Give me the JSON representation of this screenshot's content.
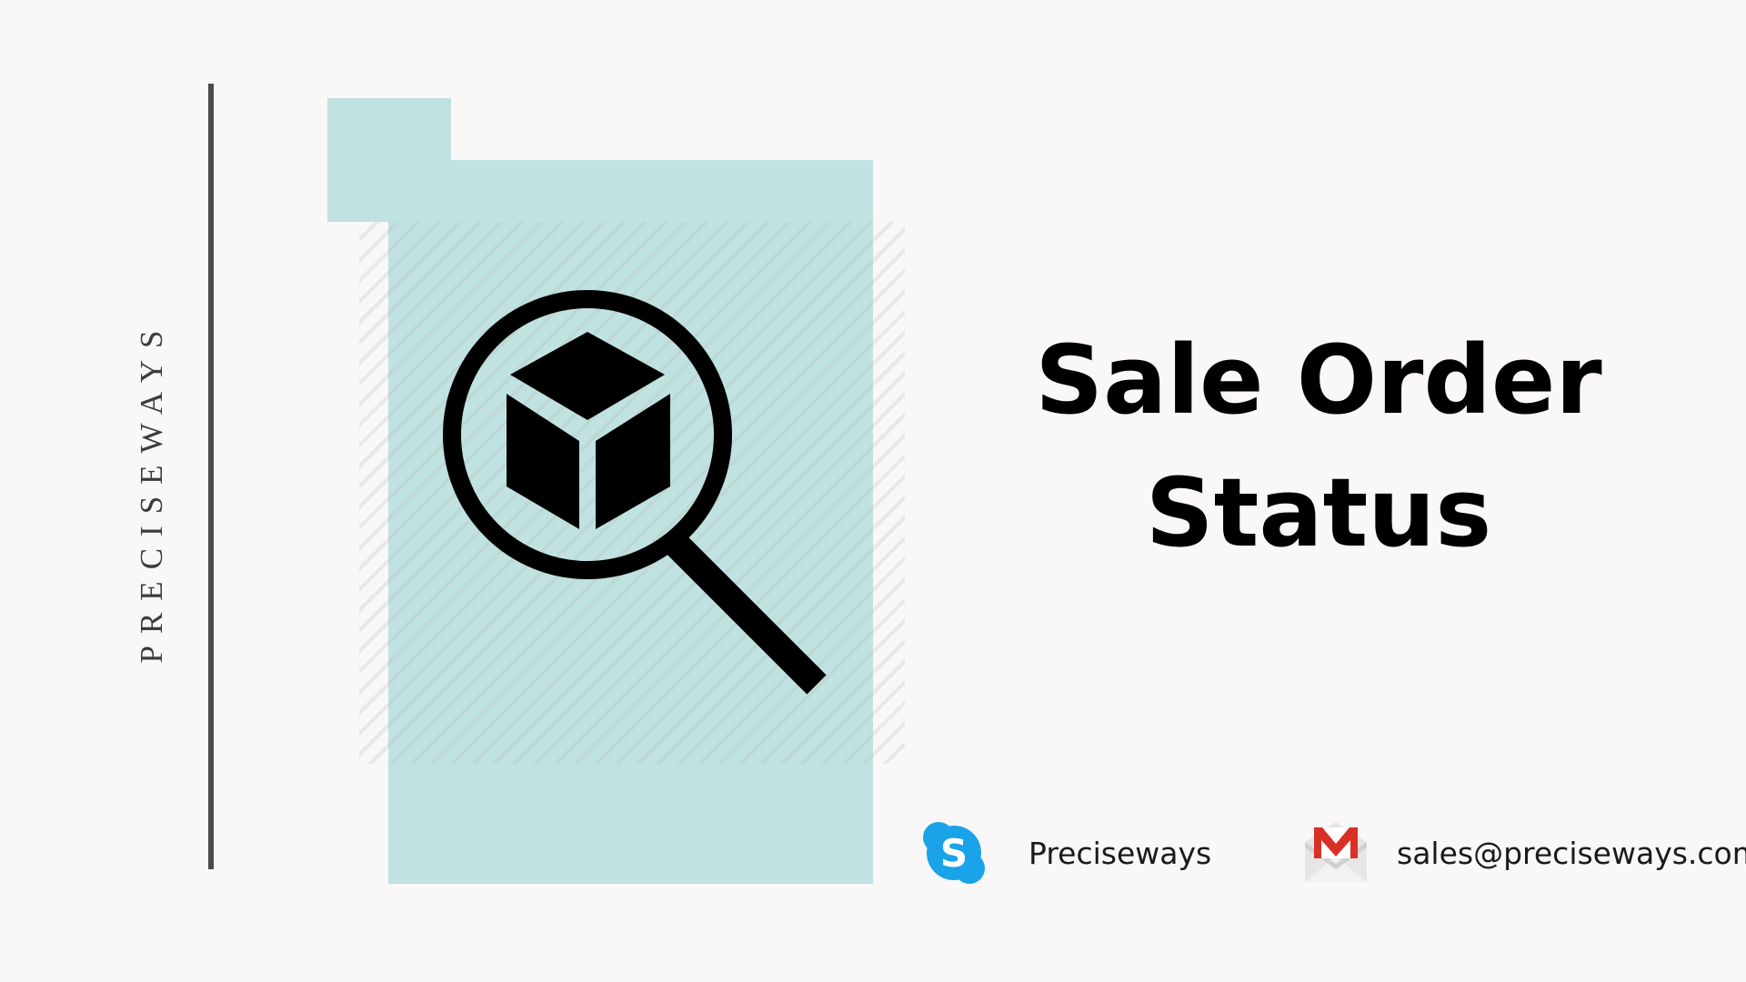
{
  "brand": {
    "vertical_text": "PRECISEWAYS"
  },
  "hero": {
    "icon": "magnifier-package-icon",
    "panel_color": "#c0e2e0",
    "stripe_color": "#a8d2cf"
  },
  "title": {
    "line1": "Sale Order",
    "line2": "Status"
  },
  "contacts": {
    "skype": {
      "icon": "skype-icon",
      "label": "Preciseways",
      "color": "#1aa3e8"
    },
    "email": {
      "icon": "gmail-icon",
      "label": "sales@preciseways.com",
      "color": "#d93025"
    }
  }
}
